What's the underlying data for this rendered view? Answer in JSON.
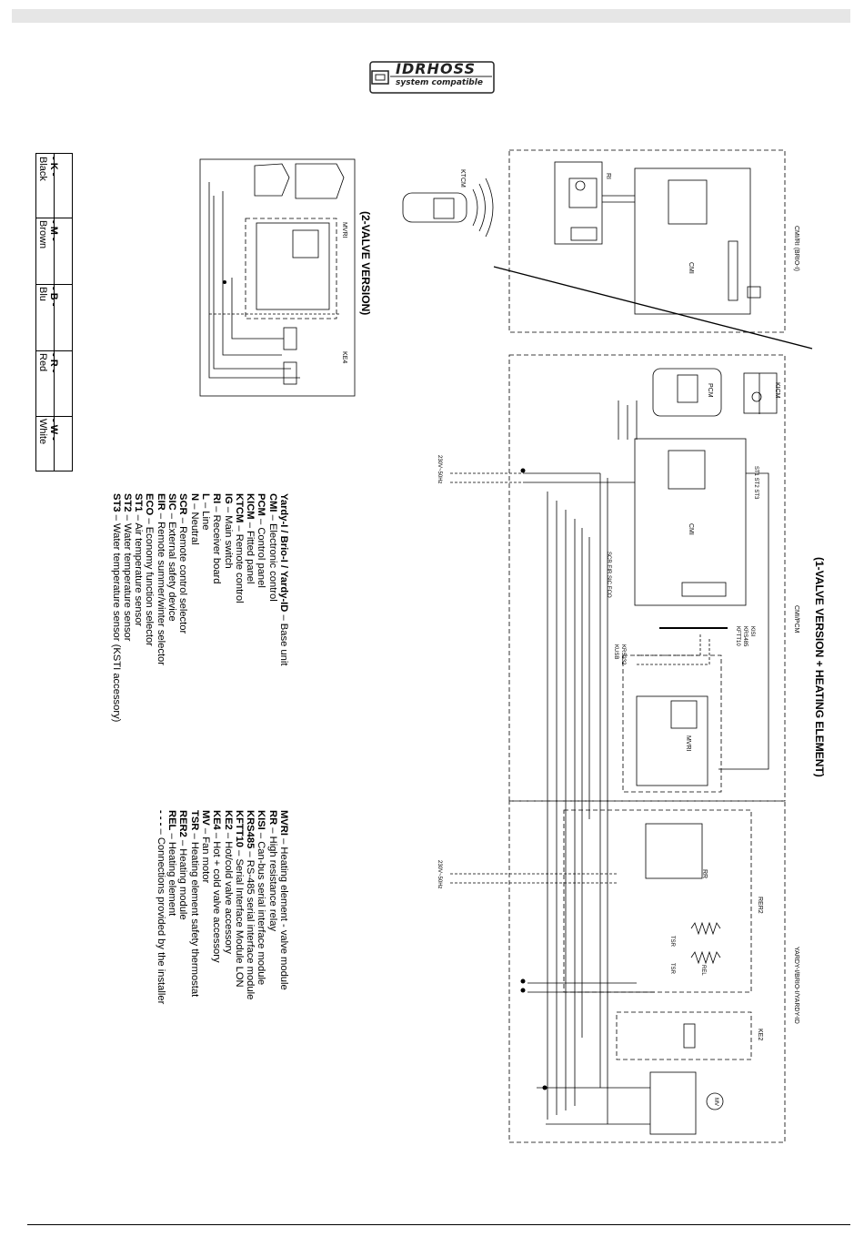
{
  "logo": {
    "brand": "IDRHOSS",
    "subtitle": "system compatible"
  },
  "titles": {
    "one_valve": "(1-VALVE VERSION + HEATING ELEMENT)",
    "two_valve": "(2-VALVE VERSION)"
  },
  "section_labels": {
    "cmi_ri": "CMI/RI (BRIO-I)",
    "cmi_pcm": "CMI/PCM",
    "yardy": "YARDY-I/BRIO-I/YARDY-ID",
    "rer2": "RER2",
    "ke2": "KE2",
    "ke4": "KE4",
    "mvri": "MVRI",
    "mvri2": "MVRI"
  },
  "component_labels": {
    "ktcm": "KTCM",
    "ri": "RI",
    "cmi": "CMI",
    "cmi2": "CMI",
    "kicm": "KICM",
    "pcm": "PCM",
    "kisi": "KISI",
    "krs485": "KRS485",
    "kftt10": "KFTT10",
    "krs232": "KRS232",
    "kusb": "KUSB",
    "rr": "RR",
    "tsr1": "TSR",
    "tsr2": "TSR",
    "rel": "REL",
    "mv": "MV",
    "st": "ST1 ST2 ST3",
    "inputs": "SCR EIR SIC ECO",
    "power1": "230V~50Hz",
    "power2": "230V~50Hz"
  },
  "color_codes": [
    {
      "code": "- K -",
      "name": "Black"
    },
    {
      "code": "- M -",
      "name": "Brown"
    },
    {
      "code": "- B -",
      "name": "Blu"
    },
    {
      "code": "- R -",
      "name": "Red"
    },
    {
      "code": "- W -",
      "name": "White"
    }
  ],
  "legend_left": [
    {
      "abbr": "Yardy-I / Brio-I / Yardy-ID",
      "desc": " – Base unit"
    },
    {
      "abbr": "CMI",
      "desc": " – Electronic control"
    },
    {
      "abbr": "PCM",
      "desc": " – Control panel"
    },
    {
      "abbr": "KICM",
      "desc": " – Fitted panel"
    },
    {
      "abbr": "KTCM",
      "desc": " – Remote control"
    },
    {
      "abbr": "IG",
      "desc": " – Main switch"
    },
    {
      "abbr": "RI",
      "desc": " – Receiver board"
    },
    {
      "abbr": "L",
      "desc": " – Line"
    },
    {
      "abbr": "N",
      "desc": " – Neutral"
    },
    {
      "abbr": "SCR",
      "desc": " – Remote control selector"
    },
    {
      "abbr": "SIC",
      "desc": " – External safety device"
    },
    {
      "abbr": "EIR",
      "desc": " – Remote summer/winter selector"
    },
    {
      "abbr": "ECO",
      "desc": " – Economy function selector"
    },
    {
      "abbr": "ST1",
      "desc": " – Air temperature sensor"
    },
    {
      "abbr": "ST2",
      "desc": " – Water temperature sensor"
    },
    {
      "abbr": "ST3",
      "desc": " – Water temperature sensor (KSTI accessory)"
    }
  ],
  "legend_right": [
    {
      "abbr": "MVRI",
      "desc": " – Heating element - valve module"
    },
    {
      "abbr": "RR",
      "desc": " – High resistance relay"
    },
    {
      "abbr": "KISI",
      "desc": " – Can-bus serial interface module"
    },
    {
      "abbr": "KRS485",
      "desc": " – RS-485 serial interface module"
    },
    {
      "abbr": "KFTT10",
      "desc": " – Serial Interface Module LON"
    },
    {
      "abbr": "KE2",
      "desc": " – Hot/cold valve accessory"
    },
    {
      "abbr": "KE4",
      "desc": " – Hot + cold valve accessory"
    },
    {
      "abbr": "MV",
      "desc": " – Fan motor"
    },
    {
      "abbr": "TSR",
      "desc": " – Heating element safety thermostat"
    },
    {
      "abbr": "RER2",
      "desc": " – Heating module"
    },
    {
      "abbr": "REL",
      "desc": " – Heating element"
    },
    {
      "abbr": "- - -",
      "desc": " – Connections provided by the installer"
    }
  ]
}
